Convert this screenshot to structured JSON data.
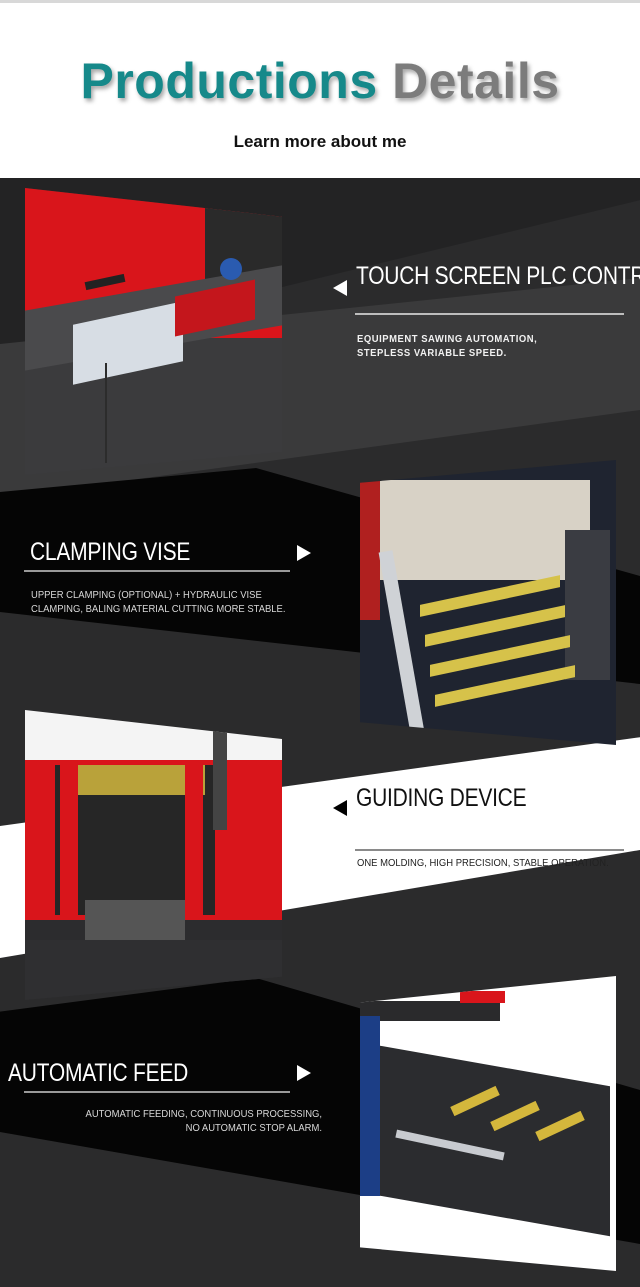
{
  "header": {
    "title_part1": "Productions",
    "title_part2": "Details",
    "subtitle": "Learn more about me",
    "colors": {
      "title_accent": "#16898a",
      "title_secondary": "#7c7c7c"
    }
  },
  "features": [
    {
      "heading": "TOUCH SCREEN PLC CONTROL",
      "description_lines": [
        "EQUIPMENT SAWING AUTOMATION,",
        "STEPLESS VARIABLE SPEED."
      ],
      "arrow": "triangle-left-icon"
    },
    {
      "heading": "CLAMPING VISE",
      "description_lines": [
        "UPPER CLAMPING (OPTIONAL) + HYDRAULIC VISE",
        "CLAMPING, BALING MATERIAL CUTTING MORE STABLE."
      ],
      "arrow": "triangle-right-icon"
    },
    {
      "heading": "GUIDING DEVICE",
      "description_lines": [
        "ONE MOLDING, HIGH PRECISION, STABLE OPERATION."
      ],
      "arrow": "triangle-left-icon"
    },
    {
      "heading": "AUTOMATIC FEED",
      "description_lines": [
        "AUTOMATIC FEEDING, CONTINUOUS PROCESSING,",
        "NO AUTOMATIC STOP ALARM."
      ],
      "arrow": "triangle-right-icon"
    }
  ],
  "colors": {
    "background": "#2b2b2c",
    "band_black": "#050505",
    "band_white": "#ffffff",
    "machine_red": "#d9151b"
  }
}
